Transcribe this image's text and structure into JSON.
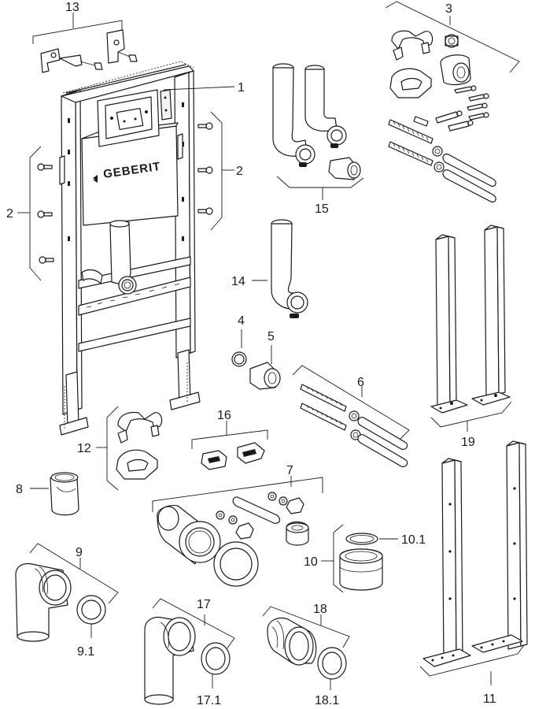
{
  "brand": "GEBERIT",
  "callouts": {
    "c1": "1",
    "c2a": "2",
    "c2b": "2",
    "c3": "3",
    "c4": "4",
    "c5": "5",
    "c6": "6",
    "c7": "7",
    "c8": "8",
    "c9": "9",
    "c91": "9.1",
    "c10": "10",
    "c101": "10.1",
    "c11": "11",
    "c12": "12",
    "c13": "13",
    "c14": "14",
    "c15": "15",
    "c16": "16",
    "c17": "17",
    "c171": "17.1",
    "c18": "18",
    "c181": "18.1",
    "c19": "19"
  }
}
